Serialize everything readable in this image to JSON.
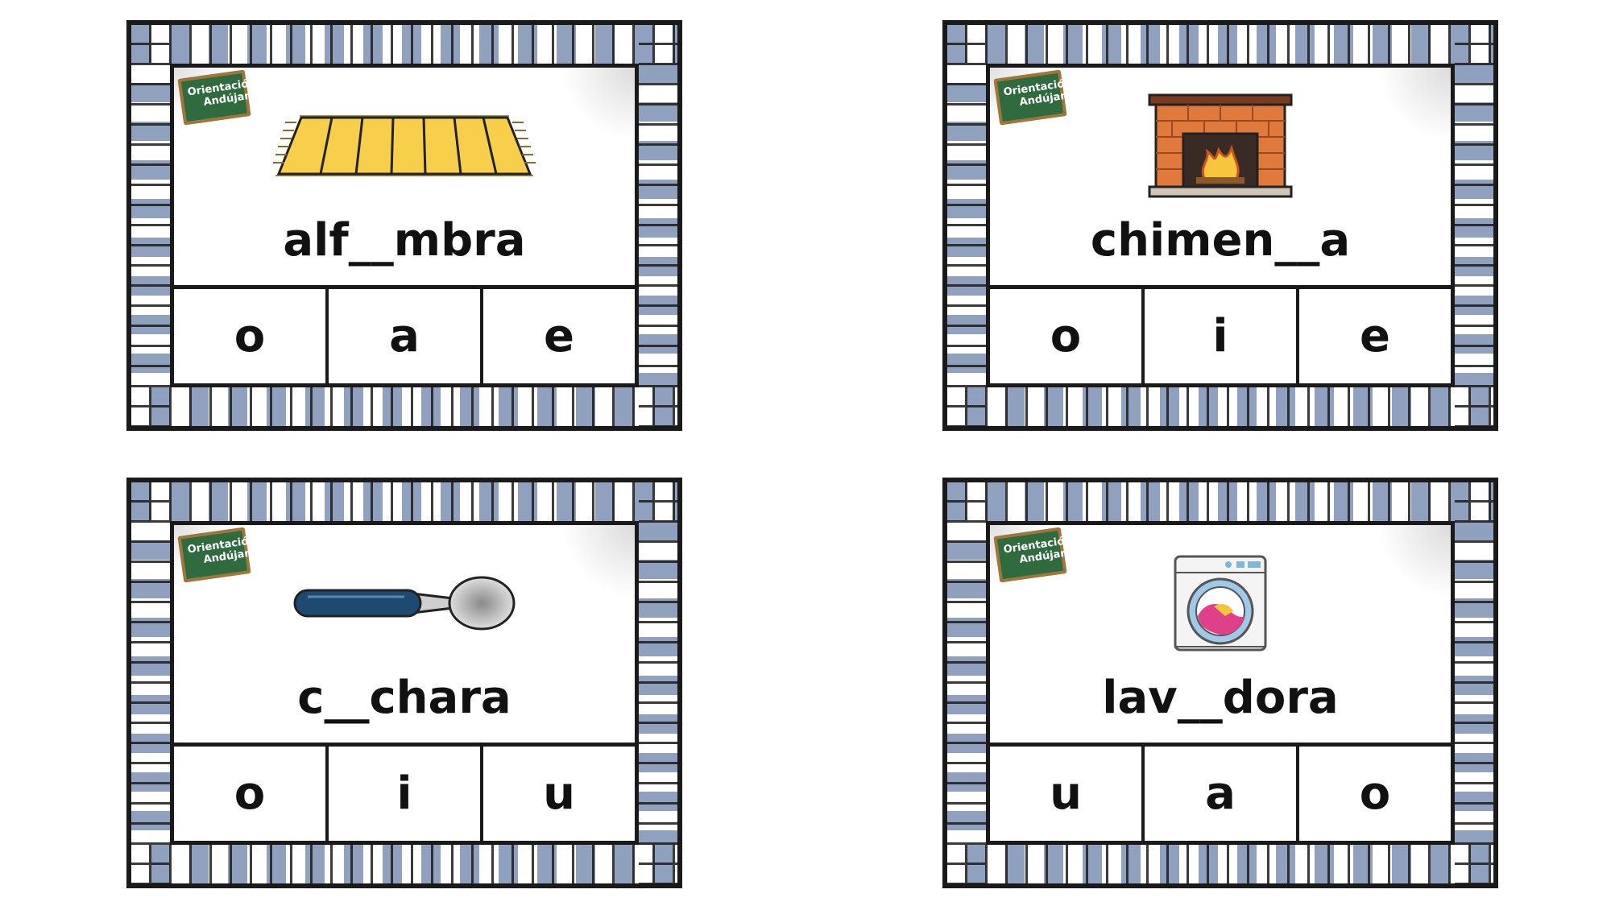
{
  "logo": {
    "line1": "Orientación",
    "line2": "Andújar"
  },
  "colors": {
    "frame_blue": "#8fa1bf",
    "border": "#1a1a1a",
    "logo_green": "#2f6b3e"
  },
  "cards": [
    {
      "word": "alf__mbra",
      "image": "rug-icon",
      "options": [
        "o",
        "a",
        "e"
      ]
    },
    {
      "word": "chimen__a",
      "image": "fireplace-icon",
      "options": [
        "o",
        "i",
        "e"
      ]
    },
    {
      "word": "c__chara",
      "image": "spoon-icon",
      "options": [
        "o",
        "i",
        "u"
      ]
    },
    {
      "word": "lav__dora",
      "image": "washing-machine-icon",
      "options": [
        "u",
        "a",
        "o"
      ]
    }
  ]
}
